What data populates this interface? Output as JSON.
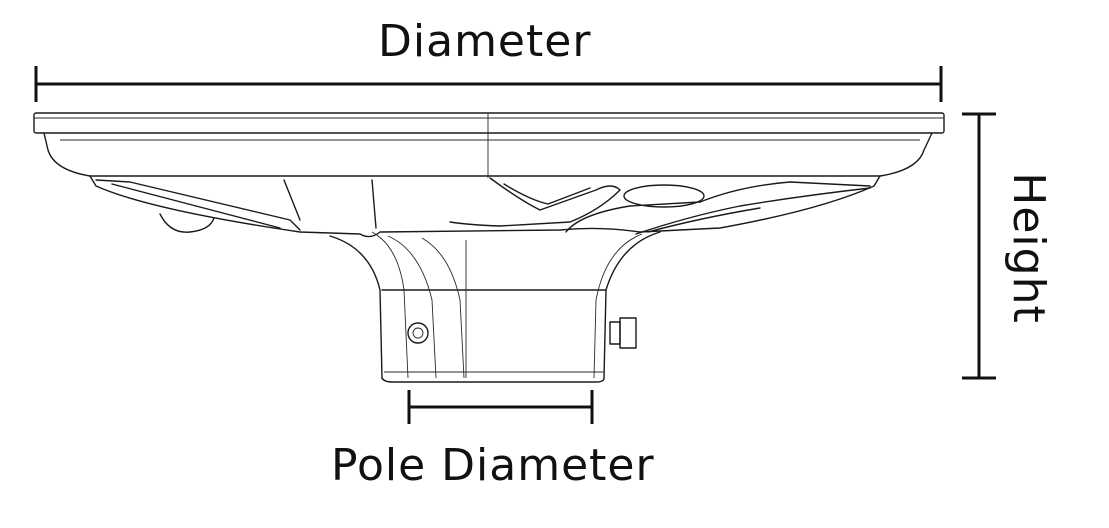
{
  "labels": {
    "diameter": "Diameter",
    "height": "Height",
    "pole_diameter": "Pole Diameter"
  },
  "colors": {
    "line": "#1a1a1a",
    "background": "#ffffff"
  }
}
